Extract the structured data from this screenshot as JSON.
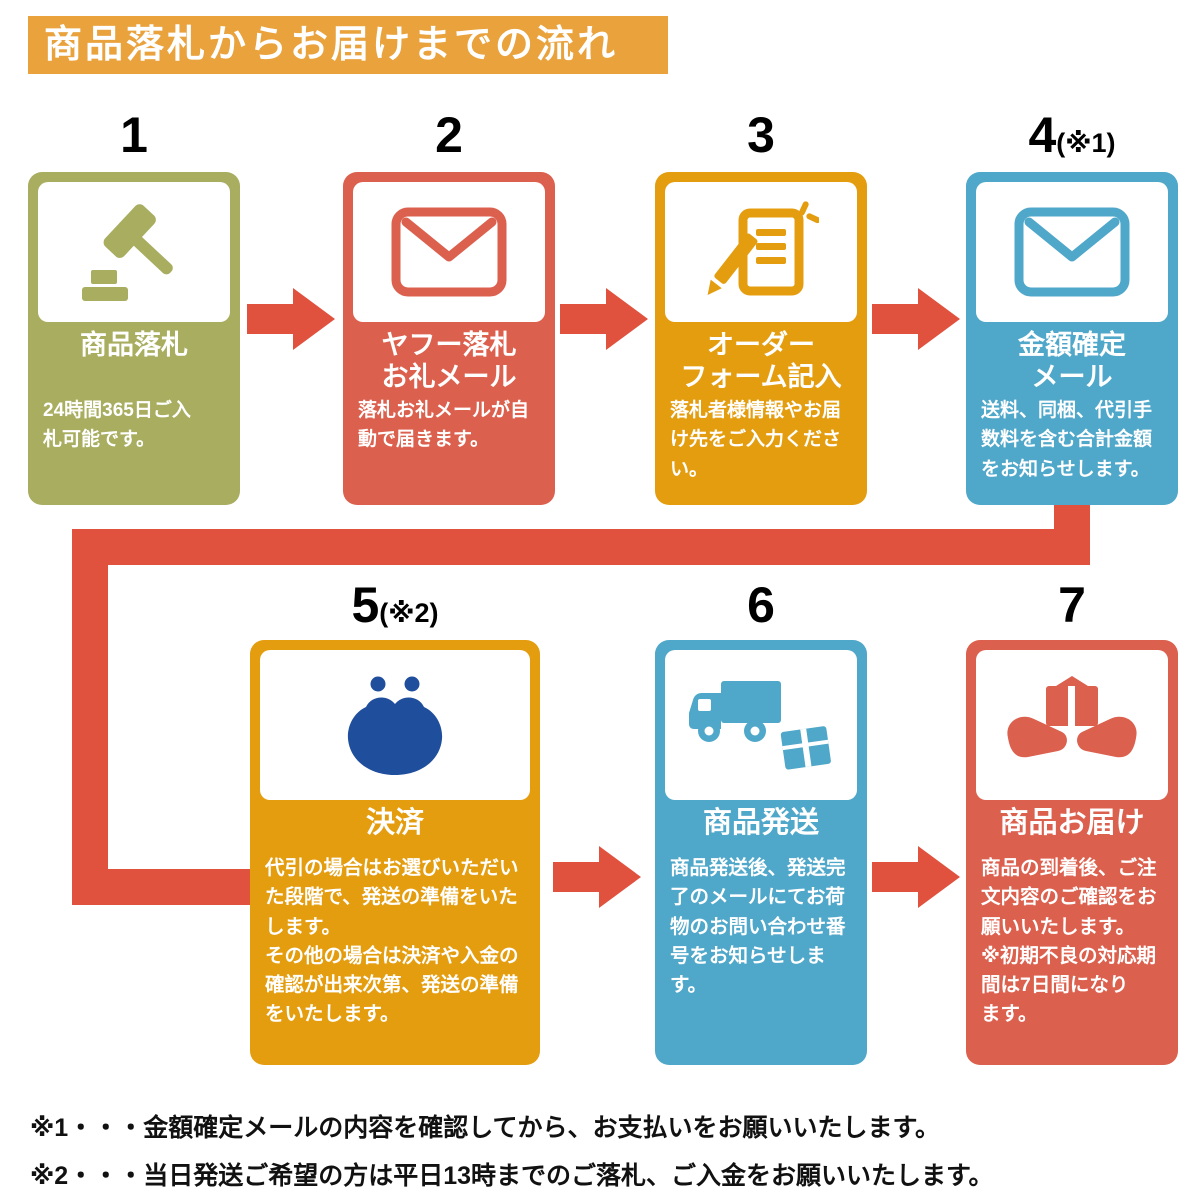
{
  "title": "商品落札からお届けまでの流れ",
  "steps": [
    {
      "number": "1",
      "number_suffix": "",
      "label": "商品落札",
      "description": "24時間365日ご入\n札可能です。",
      "icon": "gavel-icon",
      "color": "#A8AD5F"
    },
    {
      "number": "2",
      "number_suffix": "",
      "label": "ヤフー落札\nお礼メール",
      "description": "落札お礼メールが自\n動で届きます。",
      "icon": "mail-icon",
      "color": "#DC604E"
    },
    {
      "number": "3",
      "number_suffix": "",
      "label": "オーダー\nフォーム記入",
      "description": "落札者様情報やお届\nけ先をご入力くださ\nい。",
      "icon": "order-form-icon",
      "color": "#E49D0F"
    },
    {
      "number": "4",
      "number_suffix": "(※1)",
      "label": "金額確定\nメール",
      "description": "送料、同梱、代引手\n数料を含む合計金額\nをお知らせします。",
      "icon": "mail-icon",
      "color": "#4FA7C9"
    },
    {
      "number": "5",
      "number_suffix": "(※2)",
      "label": "決済",
      "description": "代引の場合はお選びいただい\nた段階で、発送の準備をいた\nします。\nその他の場合は決済や入金の\n確認が出来次第、発送の準備\nをいたします。",
      "icon": "coin-purse-icon",
      "color": "#E49D0F"
    },
    {
      "number": "6",
      "number_suffix": "",
      "label": "商品発送",
      "description": "商品発送後、発送完\n了のメールにてお荷\n物のお問い合わせ番\n号をお知らせします。",
      "icon": "delivery-truck-icon",
      "color": "#4FA7C9"
    },
    {
      "number": "7",
      "number_suffix": "",
      "label": "商品お届け",
      "description": "商品の到着後、ご注\n文内容のご確認をお\n願いいたします。\n※初期不良の対応期\n間は7日間になり\nます。",
      "icon": "hands-package-icon",
      "color": "#DC604E"
    }
  ],
  "notes": [
    "※1・・・金額確定メールの内容を確認してから、お支払いをお願いいたします。",
    "※2・・・当日発送ご希望の方は平日13時までのご落札、ご入金をお願いいたします。"
  ],
  "colors": {
    "banner": "#E9A23C",
    "olive": "#A8AD5F",
    "red": "#DC604E",
    "orange": "#E49D0F",
    "blue": "#4FA7C9",
    "arrow": "#E0523E",
    "purse_navy": "#1F4E9C",
    "text": "#111111"
  }
}
